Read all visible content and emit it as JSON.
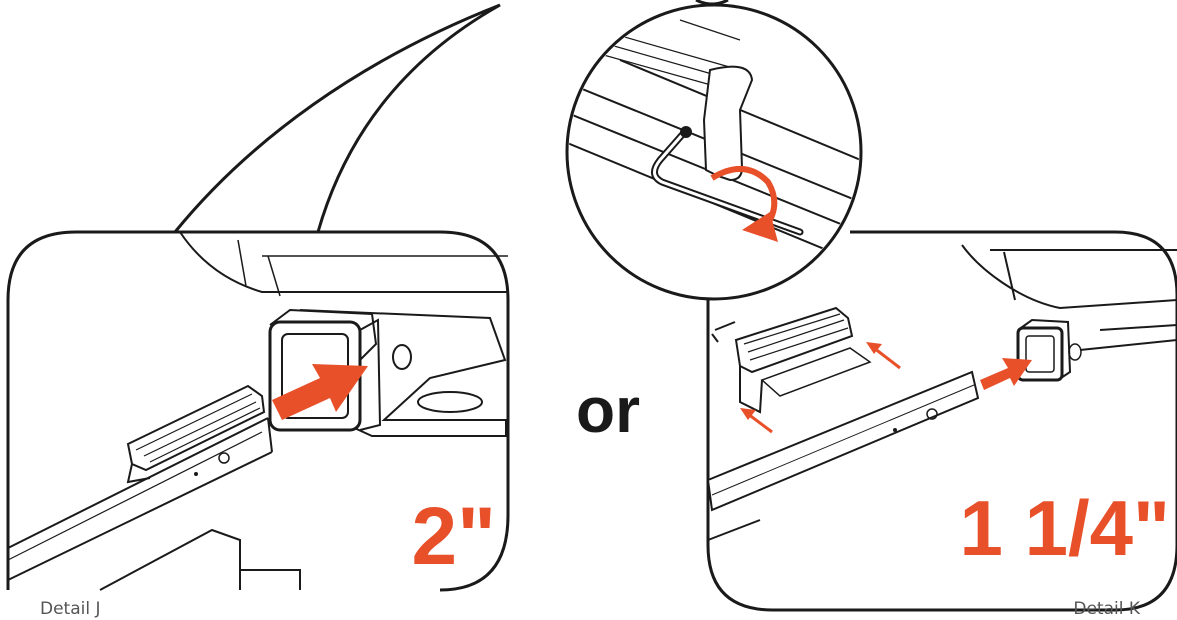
{
  "labels": {
    "size_left": "2\"",
    "size_right": "1 1/4\"",
    "or": "or"
  },
  "captions": {
    "left": "Detail J",
    "right": "Detail K"
  },
  "colors": {
    "accent": "#e8502a",
    "line": "#1a1a1a",
    "caption": "#555555",
    "background": "#ffffff"
  },
  "icons": {
    "insert_arrow_left": "thick-arrow-right",
    "insert_arrow_right": "thick-arrow-right",
    "rotate_arrow": "curved-arrow-clockwise",
    "small_arrows": "thin-arrow-diagonal"
  }
}
